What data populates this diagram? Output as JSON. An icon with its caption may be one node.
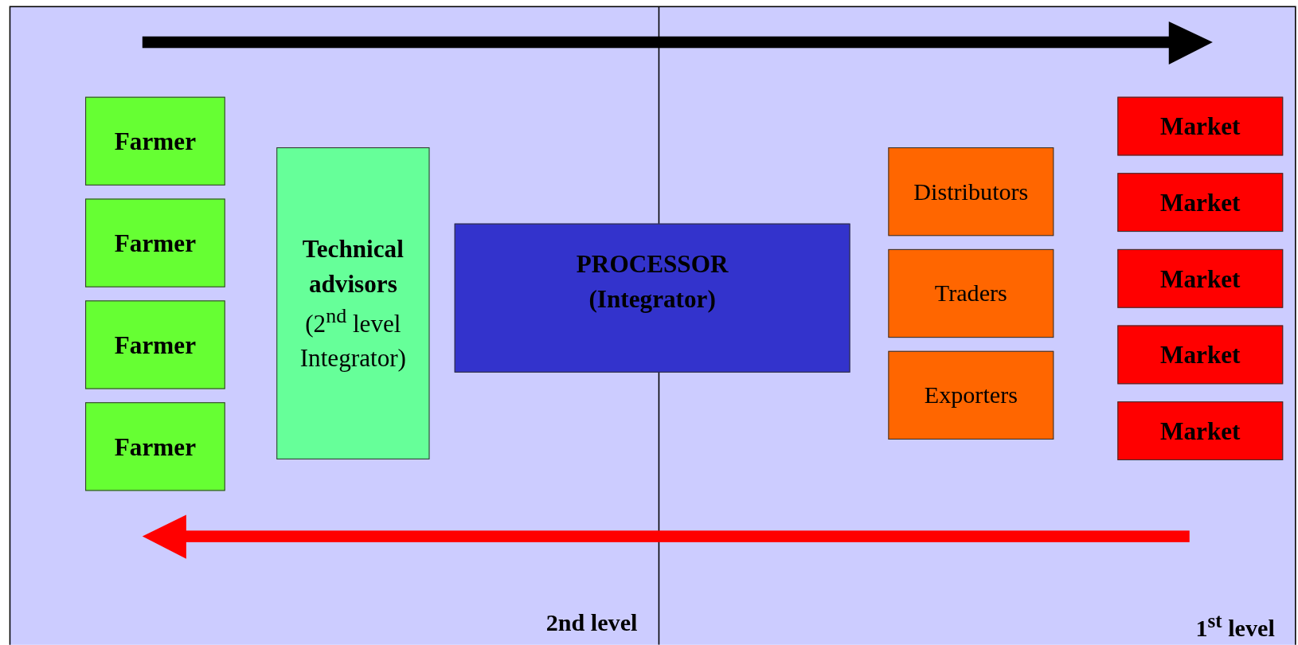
{
  "diagram": {
    "nodes": [
      {
        "text": [
          "Farmer"
        ]
      },
      {
        "text": [
          "Farmer"
        ]
      },
      {
        "text": [
          "Farmer"
        ]
      },
      {
        "text": [
          "Farmer"
        ]
      },
      {
        "text": [
          "Technical advisors",
          "(2$^{nd}$ level Integrator)"
        ]
      },
      {
        "text": [
          "PROCESSOR (Integrator)"
        ]
      },
      {
        "text": [
          "Distributors"
        ]
      },
      {
        "text": [
          "Traders"
        ]
      },
      {
        "text": [
          "Exporters"
        ]
      },
      {
        "text": [
          "Market"
        ]
      },
      {
        "text": [
          "Market"
        ]
      },
      {
        "text": [
          "Market"
        ]
      },
      {
        "text": [
          "Market"
        ]
      },
      {
        "text": [
          "Market"
        ]
      }
    ],
    "edges": [],
    "labels": [
      "2nd level",
      "1$^{st}$ level"
    ]
  }
}
